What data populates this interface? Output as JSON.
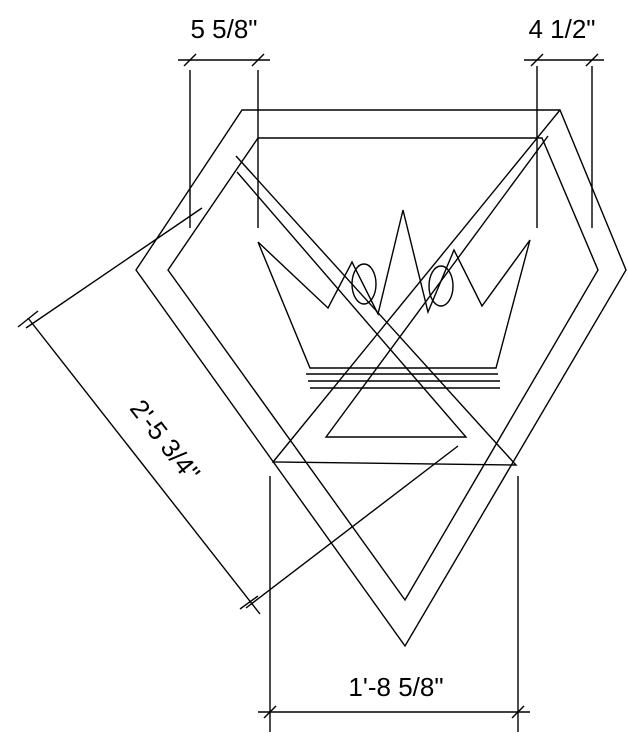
{
  "dimensions": {
    "top_left": "5 5/8\"",
    "top_right": "4 1/2\"",
    "diagonal": "2'-5 3/4\"",
    "bottom": "1'-8 5/8\""
  },
  "colors": {
    "line": "#000000",
    "background": "#ffffff"
  }
}
